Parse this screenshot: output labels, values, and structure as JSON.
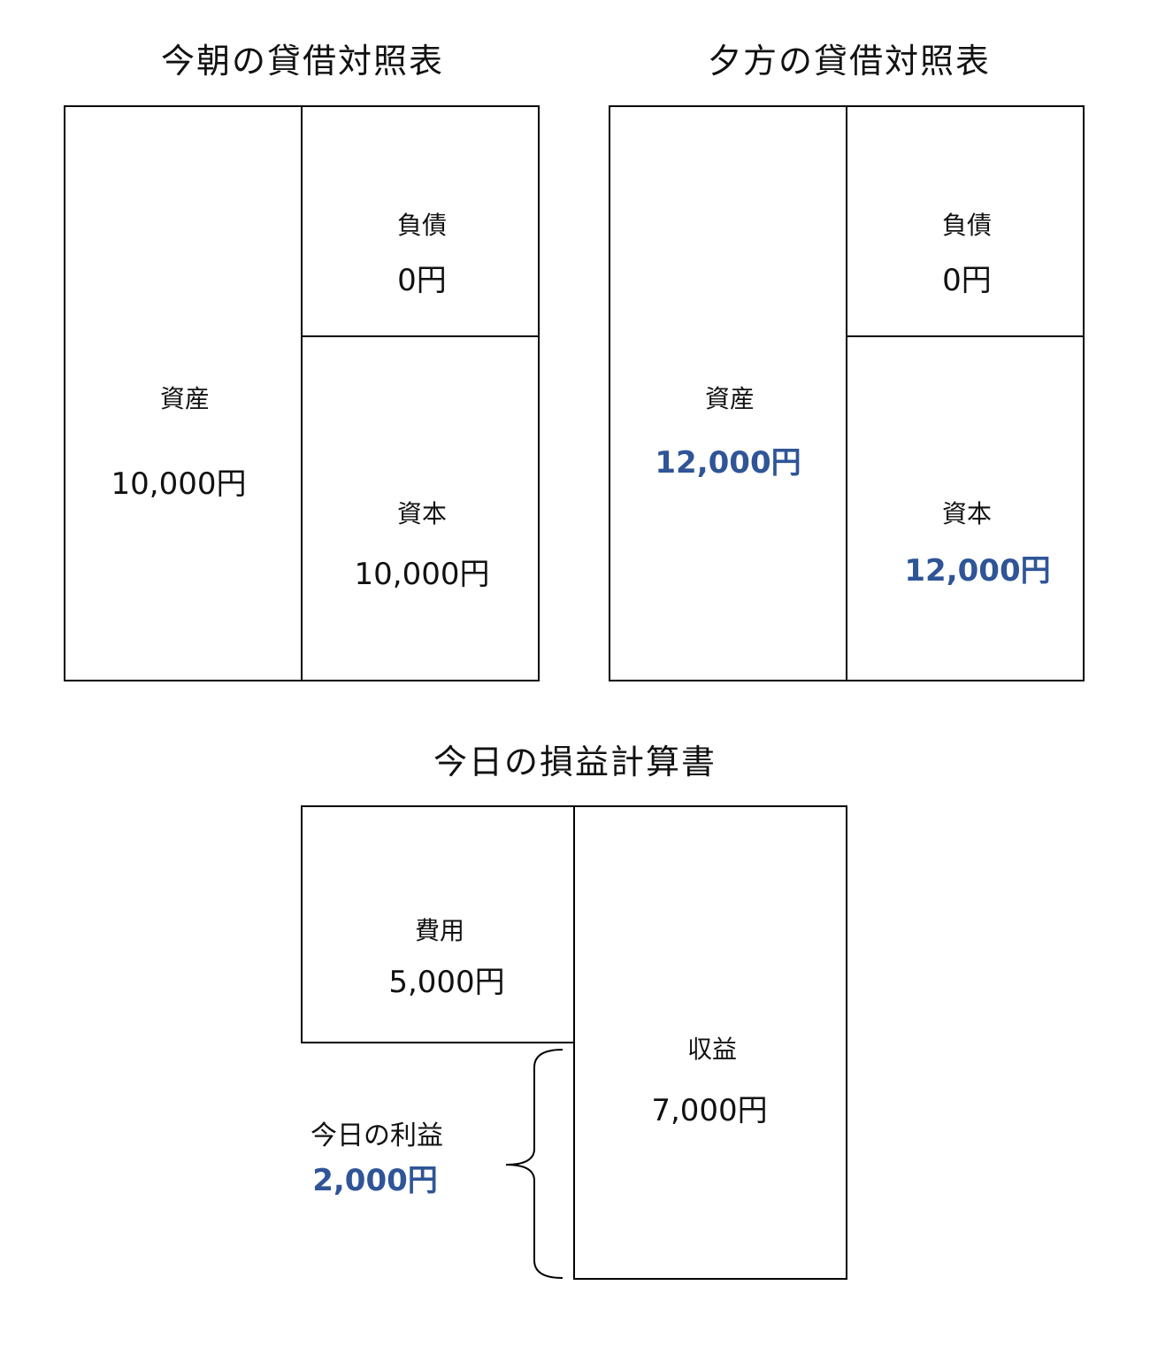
{
  "colors": {
    "accent": "#2F5597",
    "border": "#000000",
    "text": "#111111"
  },
  "morning_bs": {
    "title": "今朝の貸借対照表",
    "assets": {
      "label": "資産",
      "value": "10,000円"
    },
    "liabilities": {
      "label": "負債",
      "value": "0円"
    },
    "capital": {
      "label": "資本",
      "value": "10,000円"
    }
  },
  "evening_bs": {
    "title": "夕方の貸借対照表",
    "assets": {
      "label": "資産",
      "value": "12,000円"
    },
    "liabilities": {
      "label": "負債",
      "value": "0円"
    },
    "capital": {
      "label": "資本",
      "value": "12,000円"
    }
  },
  "income_statement": {
    "title": "今日の損益計算書",
    "expenses": {
      "label": "費用",
      "value": "5,000円"
    },
    "revenue": {
      "label": "収益",
      "value": "7,000円"
    },
    "profit": {
      "label": "今日の利益",
      "value": "2,000円"
    }
  }
}
